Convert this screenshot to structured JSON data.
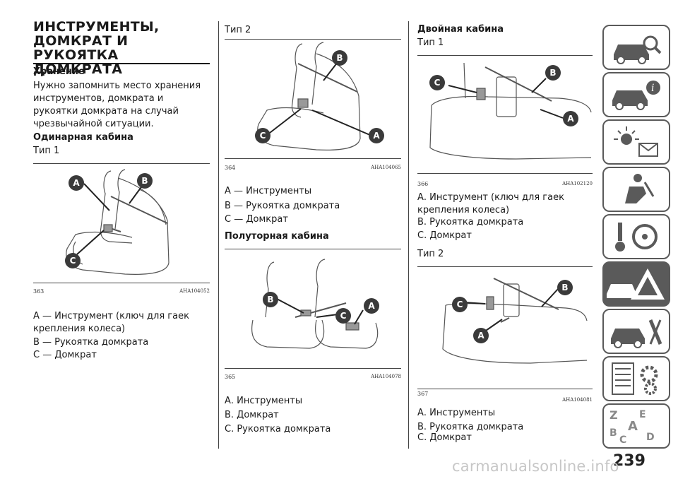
{
  "title": "ИНСТРУМЕНТЫ, ДОМКРАТ И РУКОЯТКА ДОМКРАТА",
  "col1": {
    "storage_heading": "Хранение",
    "storage_text": "Нужно запомнить место хранения инструментов, домкрата и рукоятки домкрата на случай чрезвычайной ситуации.",
    "single_cab_heading": "Одинарная кабина",
    "type1_label": "Тип 1",
    "fig_num": "363",
    "fig_code": "AHA104052",
    "legend": [
      "А — Инструмент (ключ для гаек крепления колеса)",
      "В — Рукоятка домкрата",
      "С — Домкрат"
    ]
  },
  "col2": {
    "type2_label": "Тип 2",
    "fig1_num": "364",
    "fig1_code": "AHA104065",
    "legend1": [
      "А — Инструменты",
      "В — Рукоятка домкрата",
      "С — Домкрат"
    ],
    "half_cab_heading": "Полуторная кабина",
    "fig2_num": "365",
    "fig2_code": "AHA104078",
    "legend2": [
      "А. Инструменты",
      "В. Домкрат",
      "С. Рукоятка домкрата"
    ]
  },
  "col3": {
    "double_cab_heading": "Двойная кабина",
    "type1_label": "Тип 1",
    "fig1_num": "366",
    "fig1_code": "AHA102120",
    "legend1": [
      "А. Инструмент (ключ для гаек крепления колеса)",
      "В. Рукоятка домкрата",
      "С. Домкрат"
    ],
    "type2_label": "Тип 2",
    "fig2_num": "367",
    "fig2_code": "AHA104081",
    "legend2": [
      "А. Инструменты",
      "В. Рукоятка домкрата",
      "С. Домкрат"
    ]
  },
  "callouts": {
    "a": "A",
    "b": "B",
    "c": "C"
  },
  "side_tabs": [
    "car-search-icon",
    "car-info-icon",
    "warning-lights-icon",
    "seat-airbag-icon",
    "key-steering-icon",
    "emergency-triangle-icon",
    "car-tools-icon",
    "list-gear-icon",
    "alphabet-index-icon"
  ],
  "page_number": "239",
  "watermark": "carmanualsonline.info",
  "colors": {
    "callout_bg": "#3a3a3a",
    "active_tab": "#5a5a5a",
    "line_art": "#555555"
  }
}
